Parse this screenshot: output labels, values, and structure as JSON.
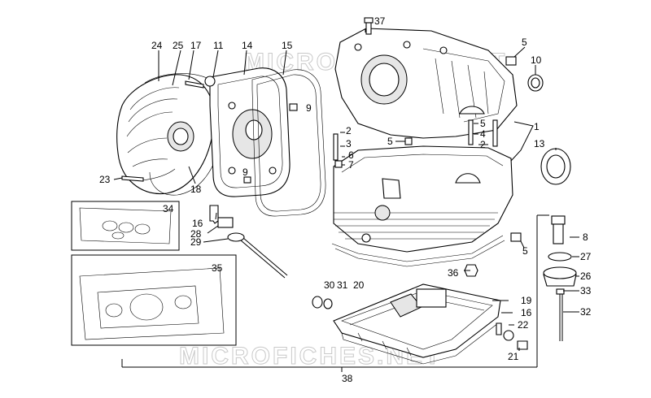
{
  "watermarks": [
    "MICROFICHES.NET",
    "MICROFICHES.NET"
  ],
  "callouts": [
    {
      "id": "c37",
      "text": "37"
    },
    {
      "id": "c5a",
      "text": "5"
    },
    {
      "id": "c10",
      "text": "10"
    },
    {
      "id": "c24",
      "text": "24"
    },
    {
      "id": "c25",
      "text": "25"
    },
    {
      "id": "c17",
      "text": "17"
    },
    {
      "id": "c11",
      "text": "11"
    },
    {
      "id": "c14",
      "text": "14"
    },
    {
      "id": "c15",
      "text": "15"
    },
    {
      "id": "c9a",
      "text": "9"
    },
    {
      "id": "c2a",
      "text": "2"
    },
    {
      "id": "c3a",
      "text": "3"
    },
    {
      "id": "c6",
      "text": "6"
    },
    {
      "id": "c7",
      "text": "7"
    },
    {
      "id": "c5b",
      "text": "5"
    },
    {
      "id": "c5c",
      "text": "5"
    },
    {
      "id": "c4",
      "text": "4"
    },
    {
      "id": "c2b",
      "text": "2"
    },
    {
      "id": "c1",
      "text": "1"
    },
    {
      "id": "c13",
      "text": "13"
    },
    {
      "id": "c23",
      "text": "23"
    },
    {
      "id": "c18",
      "text": "18"
    },
    {
      "id": "c9b",
      "text": "9"
    },
    {
      "id": "c34",
      "text": "34"
    },
    {
      "id": "c16a",
      "text": "16"
    },
    {
      "id": "c28",
      "text": "28"
    },
    {
      "id": "c29",
      "text": "29"
    },
    {
      "id": "c8",
      "text": "8"
    },
    {
      "id": "c5d",
      "text": "5"
    },
    {
      "id": "c27",
      "text": "27"
    },
    {
      "id": "c35",
      "text": "35"
    },
    {
      "id": "c26",
      "text": "26"
    },
    {
      "id": "c36",
      "text": "36"
    },
    {
      "id": "c30",
      "text": "30"
    },
    {
      "id": "c31",
      "text": "31"
    },
    {
      "id": "c20",
      "text": "20"
    },
    {
      "id": "c33",
      "text": "33"
    },
    {
      "id": "c19",
      "text": "19"
    },
    {
      "id": "c16b",
      "text": "16"
    },
    {
      "id": "c32",
      "text": "32"
    },
    {
      "id": "c22",
      "text": "22"
    },
    {
      "id": "c21",
      "text": "21"
    },
    {
      "id": "c38",
      "text": "38"
    }
  ]
}
